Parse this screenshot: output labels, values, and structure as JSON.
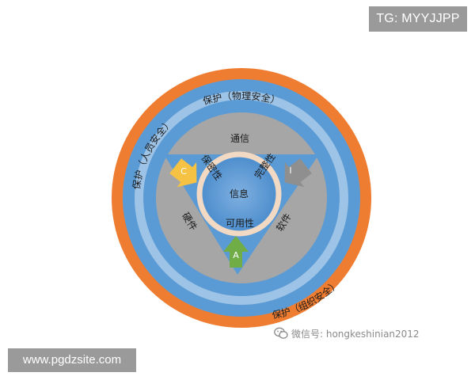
{
  "watermark_top": "TG: MYYJJPP",
  "watermark_bottom": "www.pgdzsite.com",
  "wechat_id": "微信号: hongkeshinian2012",
  "rings": {
    "personnel": "保护（人员安全）",
    "physical": "保护（物理安全）",
    "organizational": "保护（组织安全）"
  },
  "layers": {
    "communication": "通信",
    "hardware": "硬件",
    "software": "软件"
  },
  "triangle": {
    "confidentiality": "保密性",
    "integrity": "完整性",
    "availability": "可用性",
    "core": "信息"
  },
  "arrows": {
    "c": "C",
    "i": "I",
    "a": "A"
  },
  "colors": {
    "outer_orange": "#ef7d31",
    "ring_blue": "#5b9bd5",
    "light_blue": "#9dc3e6",
    "gray_disc": "#a6a6a6",
    "triangle_blue": "#5b9bd5",
    "core_ring": "#f2d9c4",
    "arrow_c": "#f6c244",
    "arrow_i": "#8f8f8f",
    "arrow_a": "#70ad47"
  }
}
